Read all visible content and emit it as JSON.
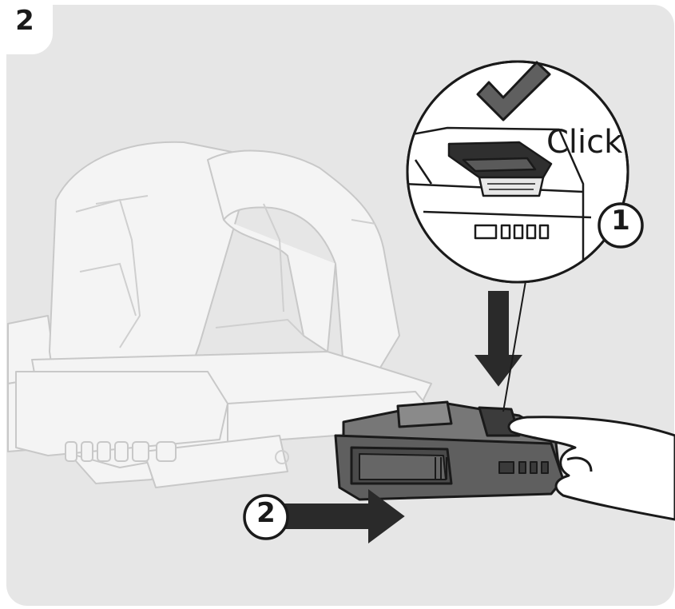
{
  "step": {
    "number": "2"
  },
  "callout": {
    "click_text": "Click"
  },
  "badges": [
    {
      "label": "1"
    },
    {
      "label": "2"
    }
  ],
  "icons": {
    "confirm": "checkmark-icon",
    "arrow_down": "arrow-down-icon",
    "arrow_right": "arrow-right-icon"
  },
  "colors": {
    "background": "#e6e6e6",
    "outline": "#1a1a1a",
    "battery": "#5f5f5f",
    "tool_ghost": "#f2f2f2"
  }
}
